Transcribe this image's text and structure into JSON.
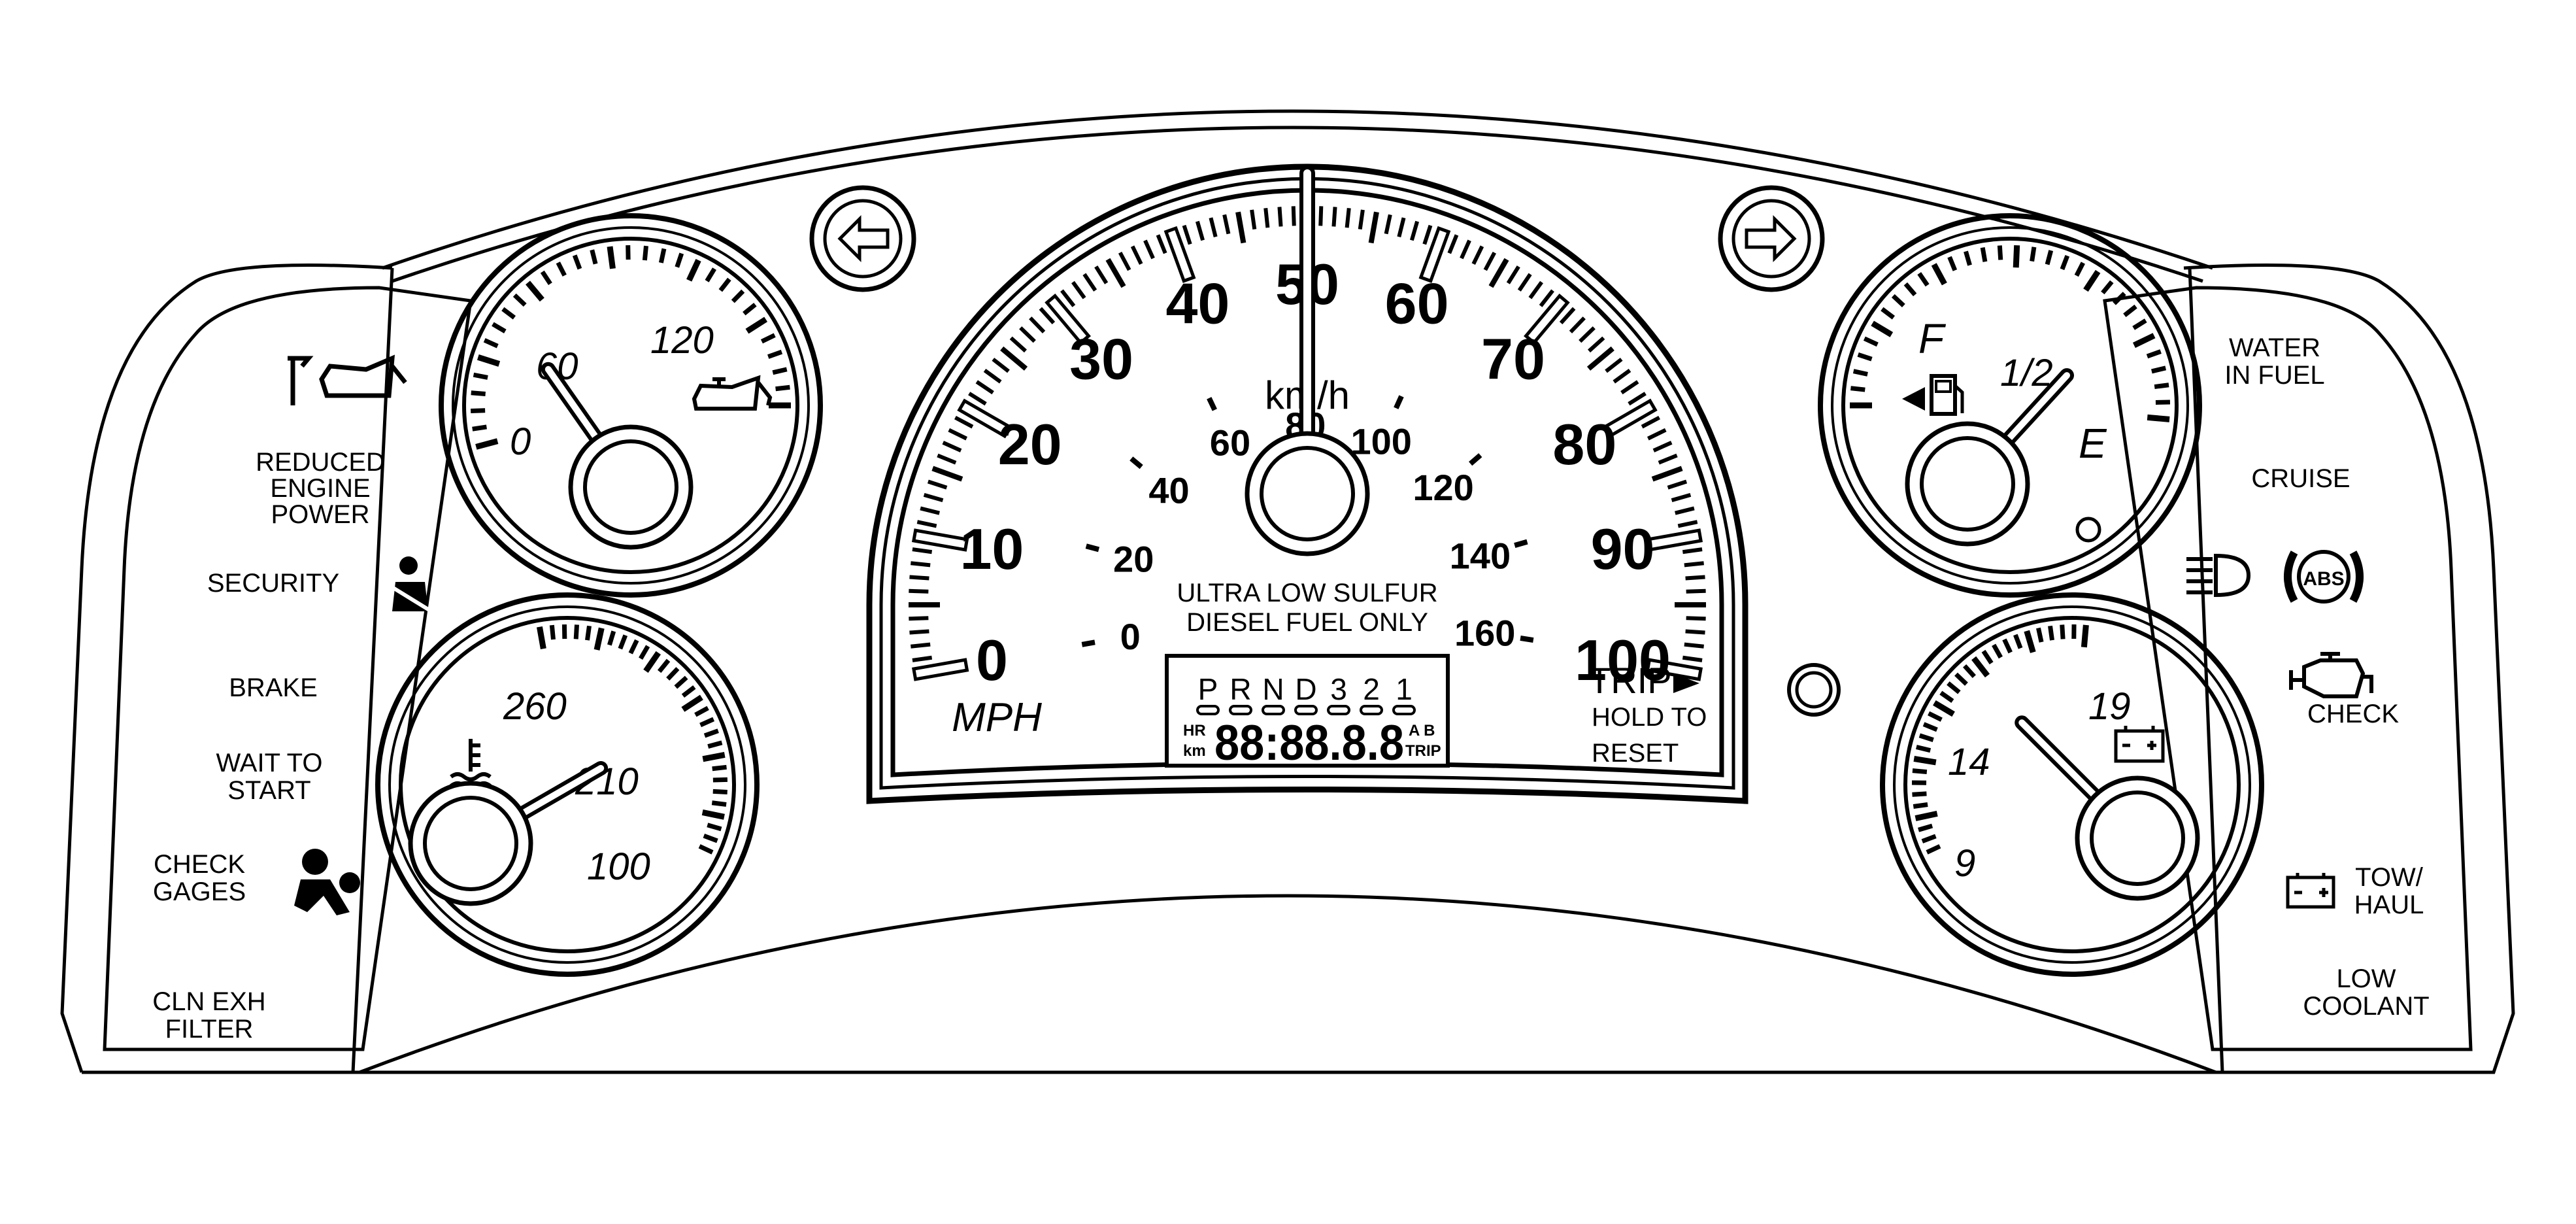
{
  "left_panel": {
    "labels": [
      [
        "REDUCED",
        "ENGINE",
        "POWER"
      ],
      [
        "SECURITY"
      ],
      [
        "BRAKE"
      ],
      [
        "WAIT TO",
        "START"
      ],
      [
        "CHECK",
        "GAGES"
      ],
      [
        "CLN EXH",
        "FILTER"
      ]
    ],
    "icons": [
      "oil-service-icon",
      "seatbelt-icon",
      "airbag-icon"
    ]
  },
  "right_panel": {
    "labels": [
      [
        "WATER",
        "IN FUEL"
      ],
      [
        "CRUISE"
      ],
      [
        "CHECK"
      ],
      [
        "TOW/",
        "HAUL"
      ],
      [
        "LOW",
        "COOLANT"
      ]
    ],
    "icons": [
      "headlamp-high-beam-icon",
      "abs-icon",
      "check-engine-icon",
      "battery-icon"
    ]
  },
  "turn_signals": {
    "left_icon": "left-arrow-icon",
    "right_icon": "right-arrow-icon"
  },
  "oil_pressure_gauge": {
    "ticks": [
      "0",
      "60",
      "120"
    ],
    "icon": "oil-can-icon",
    "needle_value": 60,
    "range": [
      0,
      120
    ]
  },
  "coolant_temp_gauge": {
    "ticks": [
      "100",
      "210",
      "260"
    ],
    "icon": "coolant-temp-icon",
    "needle_value": 210,
    "range": [
      100,
      260
    ]
  },
  "fuel_gauge": {
    "ticks": [
      "E",
      "1/2",
      "F"
    ],
    "icon": "fuel-pump-icon",
    "needle_level": 0.5
  },
  "voltmeter_gauge": {
    "ticks": [
      "9",
      "14",
      "19"
    ],
    "icon": "battery-icon",
    "needle_value": 14,
    "range": [
      9,
      19
    ]
  },
  "speedometer": {
    "mph_ticks": [
      "0",
      "10",
      "20",
      "30",
      "40",
      "50",
      "60",
      "70",
      "80",
      "90",
      "100"
    ],
    "kmh_ticks": [
      "0",
      "20",
      "40",
      "60",
      "80",
      "100",
      "120",
      "140",
      "160"
    ],
    "unit_mph": "MPH",
    "unit_kmh": "km/h",
    "needle_value_mph": 50,
    "range_mph": [
      0,
      100
    ],
    "notice": [
      "ULTRA LOW SULFUR",
      "DIESEL FUEL ONLY"
    ],
    "prndl": [
      "P",
      "R",
      "N",
      "D",
      "3",
      "2",
      "1"
    ],
    "odometer_display": "88:88.8.8",
    "display_hr": "HR",
    "display_km": "km",
    "display_ab": "A B",
    "display_trip": "TRIP",
    "trip_button": "TRIP",
    "trip_caption": [
      "HOLD TO",
      "RESET"
    ]
  }
}
